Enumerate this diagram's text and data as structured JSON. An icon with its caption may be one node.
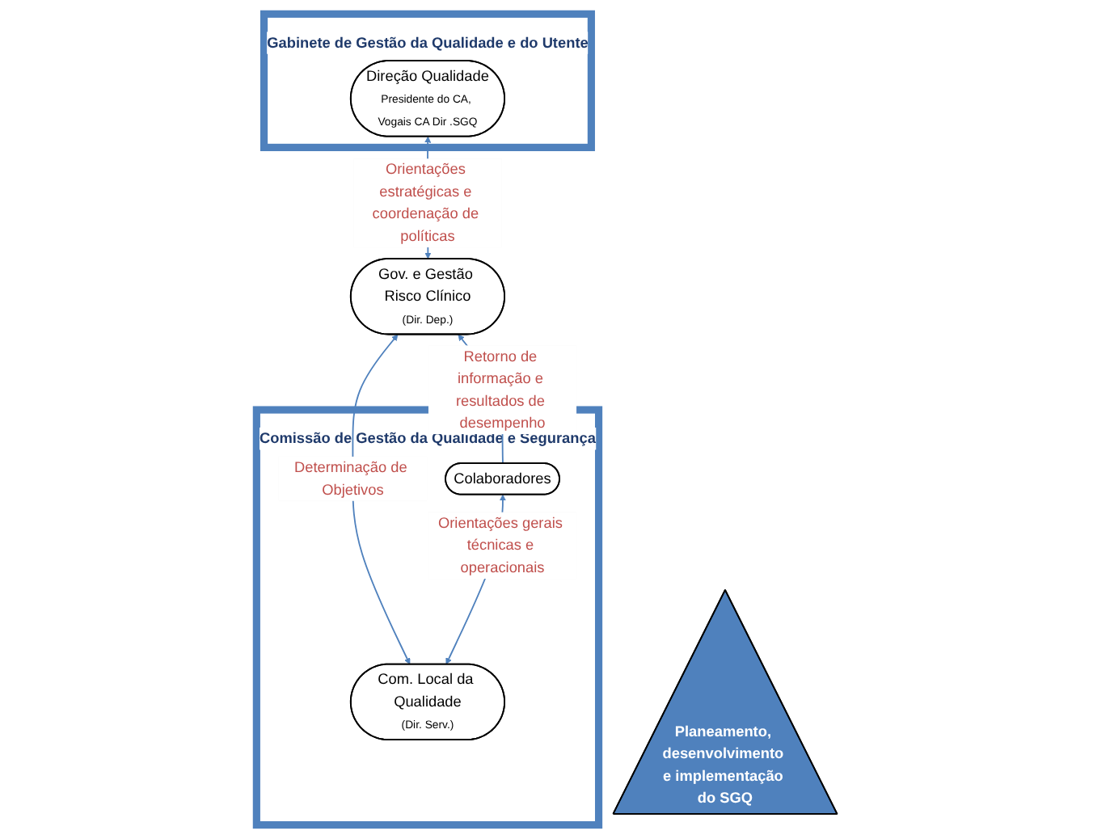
{
  "diagram": {
    "nodes": [
      {
        "text": [
          "Gabinete de Gestão da Qualidade e do Utente"
        ]
      },
      {
        "text": [
          "Direção Qualidade",
          "Presidente do CA, Vogais CA Dir .SGQ"
        ],
        "in": 0
      },
      {
        "text": [
          "Gov. e Gestão Risco Clínico",
          "(Dir. Dep.)"
        ]
      },
      {
        "text": [
          "Planeamento, desenvolvimento e implementação do SGQ"
        ]
      },
      {
        "text": [
          "Comissão de Gestão da Qualidade e Segurança"
        ]
      },
      {
        "text": [
          "Com. Local da Qualidade",
          "(Dir. Serv.)"
        ],
        "in": 4
      },
      {
        "text": [
          "Colaboradores"
        ],
        "in": 4
      }
    ],
    "edges": [
      {
        "from": 2,
        "to": 1,
        "arrow": "both",
        "label": "Orientações estratégicas e coordenação de políticas"
      },
      {
        "from": 2,
        "to": 5,
        "arrow": "both",
        "label": "Determinação de Objetivos"
      },
      {
        "from": 6,
        "to": 2,
        "arrow": "to",
        "label": "Retorno de informação e resultados de desempenho"
      },
      {
        "from": 5,
        "to": 6,
        "arrow": "both",
        "label": "Orientações gerais técnicas e operacionais"
      }
    ]
  }
}
